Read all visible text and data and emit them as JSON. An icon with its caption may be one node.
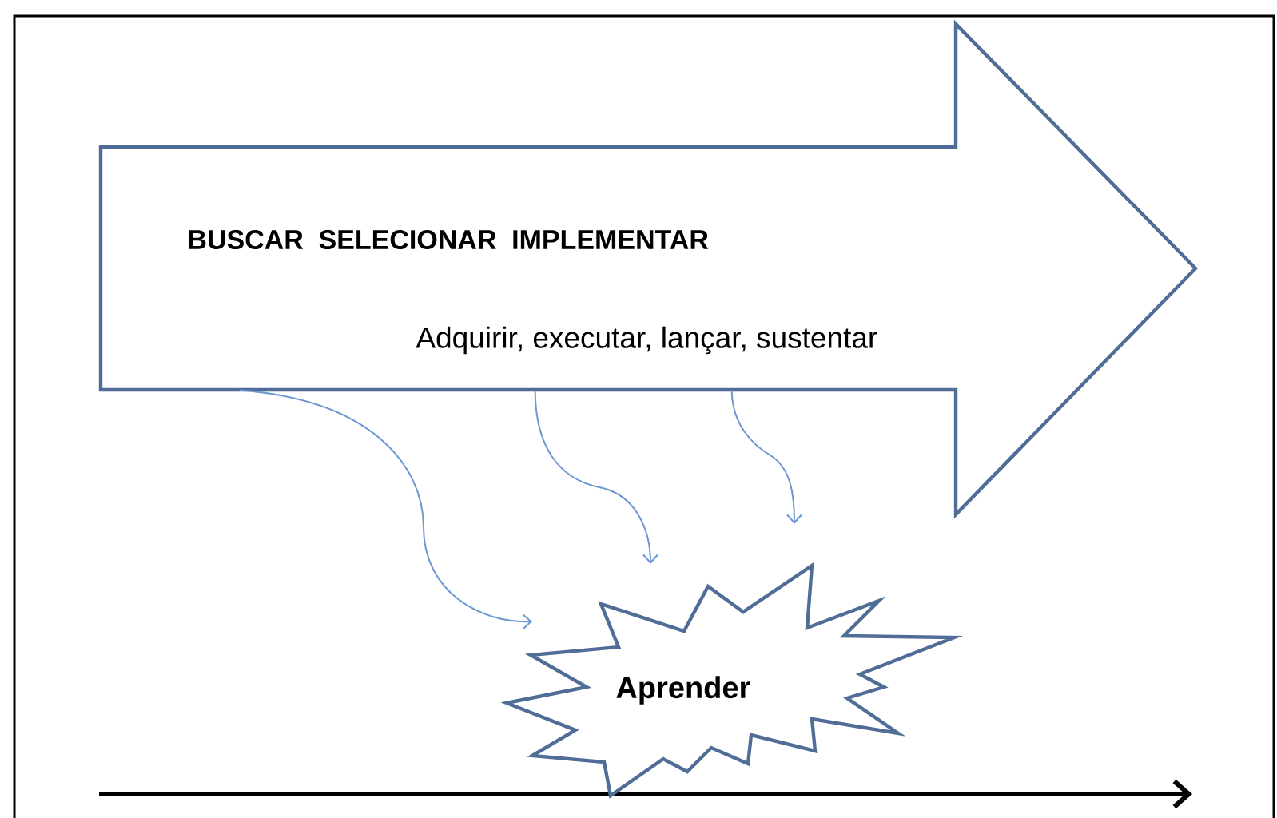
{
  "diagram": {
    "nodes": [
      {
        "text": [
          "BUSCAR SELECIONAR IMPLEMENTAR",
          "Adquirir, executar, lançar, sustentar"
        ]
      },
      {
        "text": [
          "Aprender"
        ]
      }
    ],
    "edges": [
      {
        "from": 0,
        "to": 1,
        "arrow": "to",
        "color": "#6b98d0"
      },
      {
        "from": 0,
        "to": 1,
        "arrow": "to",
        "color": "#6b98d0"
      },
      {
        "from": 0,
        "to": 1,
        "arrow": "to",
        "color": "#6b98d0"
      }
    ]
  }
}
